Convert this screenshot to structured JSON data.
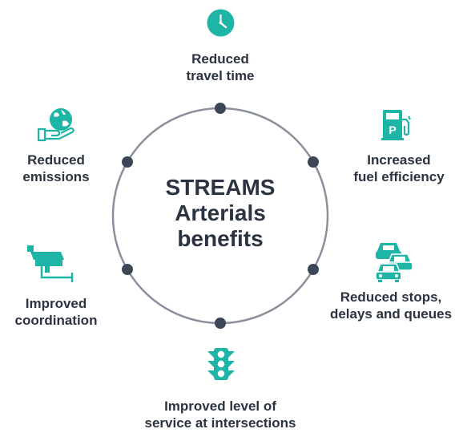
{
  "center": {
    "lines": [
      "STREAMS",
      "Arterials",
      "benefits"
    ]
  },
  "benefits": [
    {
      "id": "travel-time",
      "icon": "clock-icon",
      "lines": [
        "Reduced",
        "travel time"
      ]
    },
    {
      "id": "fuel",
      "icon": "fuel-pump-icon",
      "lines": [
        "Increased",
        "fuel efficiency"
      ]
    },
    {
      "id": "stops",
      "icon": "cars-icon",
      "lines": [
        "Reduced stops,",
        "delays and queues"
      ]
    },
    {
      "id": "los",
      "icon": "traffic-light-icon",
      "lines": [
        "Improved level of",
        "service at intersections"
      ]
    },
    {
      "id": "coordination",
      "icon": "cctv-camera-icon",
      "lines": [
        "Improved",
        "coordination"
      ]
    },
    {
      "id": "emissions",
      "icon": "globe-hand-icon",
      "lines": [
        "Reduced",
        "emissions"
      ]
    }
  ],
  "colors": {
    "accent": "#1fb5a6",
    "ring": "#8a8f9c",
    "node": "#3d4657",
    "text": "#2b3340"
  }
}
